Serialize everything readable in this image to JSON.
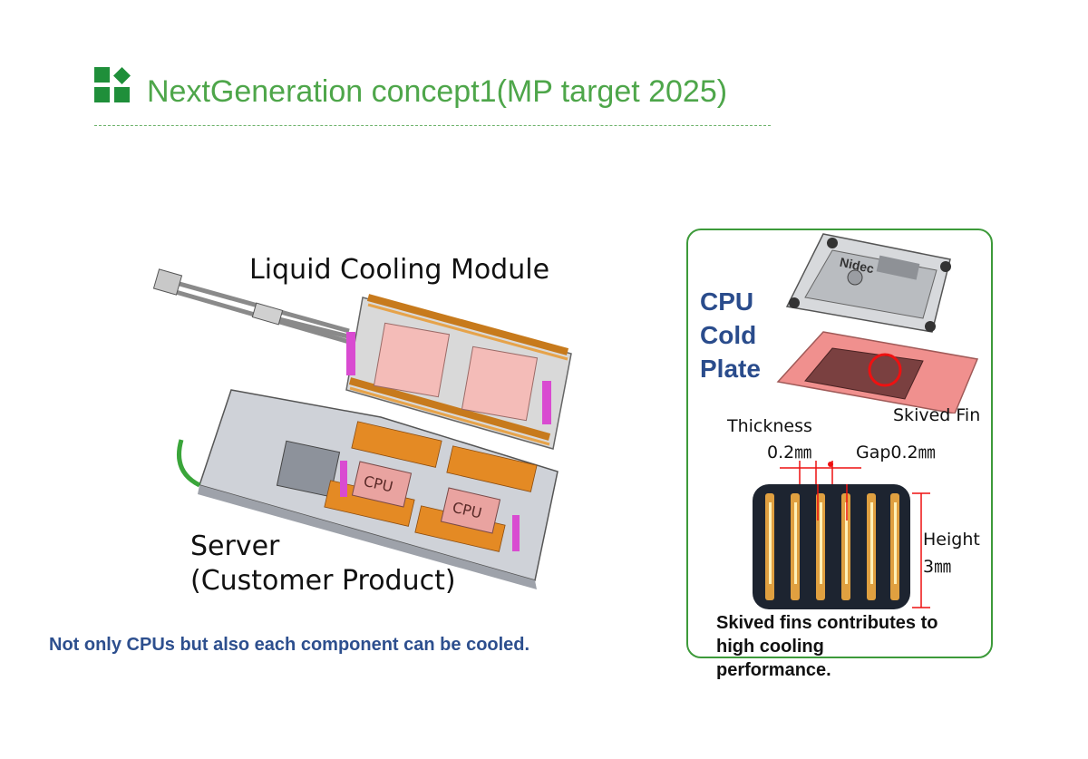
{
  "header": {
    "title": "NextGeneration concept1(MP target 2025)",
    "accent_color": "#4ea64a",
    "icon": "squares-diamond-icon"
  },
  "server_figure": {
    "module_label": "Liquid Cooling Module",
    "server_label_line1": "Server",
    "server_label_line2": "(Customer Product)",
    "cpu_label_1": "CPU",
    "cpu_label_2": "CPU",
    "note": "Not only CPUs but also each component can be cooled."
  },
  "cold_plate_panel": {
    "title_line1": "CPU",
    "title_line2": "Cold",
    "title_line3": "Plate",
    "brand_text": "Nidec",
    "skived_fin_label": "Skived Fin",
    "thickness_label": "Thickness",
    "thickness_value": "0.2㎜",
    "gap_label": "Gap0.2㎜",
    "height_label": "Height",
    "height_value": "3㎜",
    "caption_line1": "Skived fins contributes to",
    "caption_line2": "high cooling",
    "caption_line3": "performance.",
    "border_color": "#3d9a3a",
    "title_color": "#2a4c8c"
  }
}
